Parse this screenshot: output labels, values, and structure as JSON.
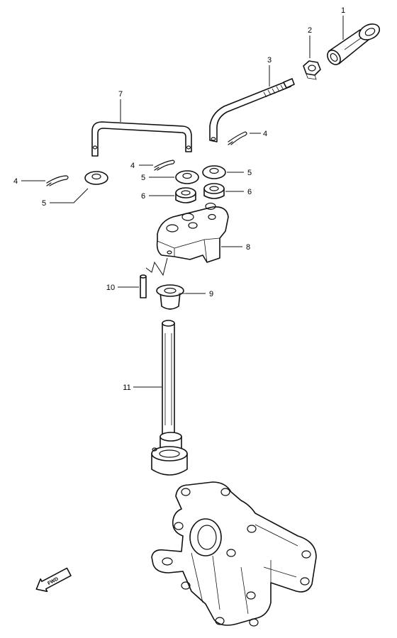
{
  "diagram": {
    "callouts": {
      "c1": "1",
      "c2": "2",
      "c3": "3",
      "c4a": "4",
      "c4b": "4",
      "c4c": "4",
      "c5a": "5",
      "c5b": "5",
      "c5c": "5",
      "c6a": "6",
      "c6b": "6",
      "c7": "7",
      "c8": "8",
      "c9": "9",
      "c10": "10",
      "c11": "11"
    },
    "fwd_label": "FWD"
  }
}
